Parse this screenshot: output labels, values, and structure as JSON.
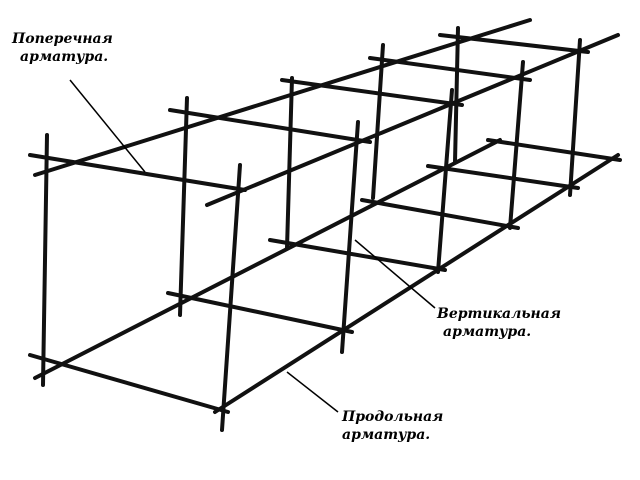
{
  "labels": {
    "transverse": {
      "line1": "Поперечная",
      "line2": "арматура."
    },
    "vertical": {
      "line1": "Вертикальная",
      "line2": "арматура."
    },
    "longitudinal": {
      "line1": "Продольная",
      "line2": "арматура."
    }
  },
  "colors": {
    "rebar": "#111111",
    "leader": "#000000",
    "background": "#ffffff"
  }
}
